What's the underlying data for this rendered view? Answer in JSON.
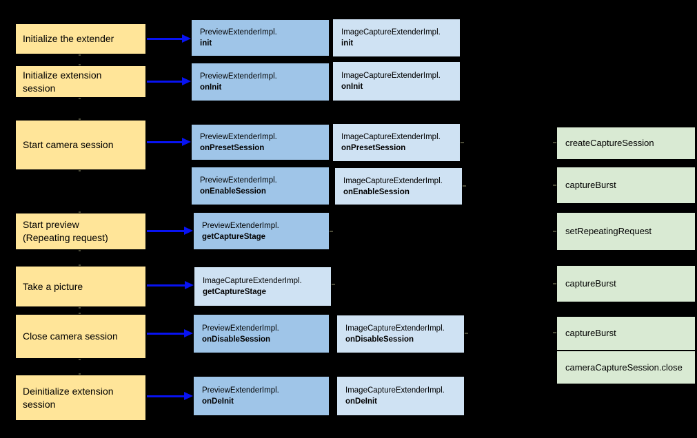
{
  "palette": {
    "background": "#000000",
    "step_fill": "#ffe599",
    "preview_fill": "#9fc5e8",
    "image_capture_fill": "#cfe2f3",
    "camera2_fill": "#d9ead3",
    "arrow": "#0813f2",
    "text": "#000000"
  },
  "steps": [
    {
      "line1": "Initialize the extender"
    },
    {
      "line1": "Initialize extension",
      "line2": "session"
    },
    {
      "line1": "Start camera session"
    },
    {
      "line1": "Start preview",
      "line2": "(Repeating request)"
    },
    {
      "line1": "Take a picture"
    },
    {
      "line1": "Close camera session"
    },
    {
      "line1": "Deinitialize extension",
      "line2": "session"
    }
  ],
  "preview_calls": [
    {
      "cls": "PreviewExtenderImpl.",
      "method": "init"
    },
    {
      "cls": "PreviewExtenderImpl.",
      "method": "onInit"
    },
    {
      "cls": "PreviewExtenderImpl.",
      "method": "onPresetSession"
    },
    {
      "cls": "PreviewExtenderImpl.",
      "method": "onEnableSession"
    },
    {
      "cls": "PreviewExtenderImpl.",
      "method": "getCaptureStage"
    },
    {
      "cls": "PreviewExtenderImpl.",
      "method": "onDisableSession"
    },
    {
      "cls": "PreviewExtenderImpl.",
      "method": "onDeInit"
    }
  ],
  "image_capture_calls": [
    {
      "cls": "ImageCaptureExtenderImpl.",
      "method": "init"
    },
    {
      "cls": "ImageCaptureExtenderImpl.",
      "method": "onInit"
    },
    {
      "cls": "ImageCaptureExtenderImpl.",
      "method": "onPresetSession"
    },
    {
      "cls": "ImageCaptureExtenderImpl.",
      "method": "onEnableSession"
    },
    {
      "cls": "ImageCaptureExtenderImpl.",
      "method": "getCaptureStage"
    },
    {
      "cls": "ImageCaptureExtenderImpl.",
      "method": "onDisableSession"
    },
    {
      "cls": "ImageCaptureExtenderImpl.",
      "method": "onDeInit"
    }
  ],
  "camera2_calls": [
    "createCaptureSession",
    "captureBurst",
    "setRepeatingRequest",
    "captureBurst",
    "captureBurst",
    "cameraCaptureSession.close"
  ]
}
